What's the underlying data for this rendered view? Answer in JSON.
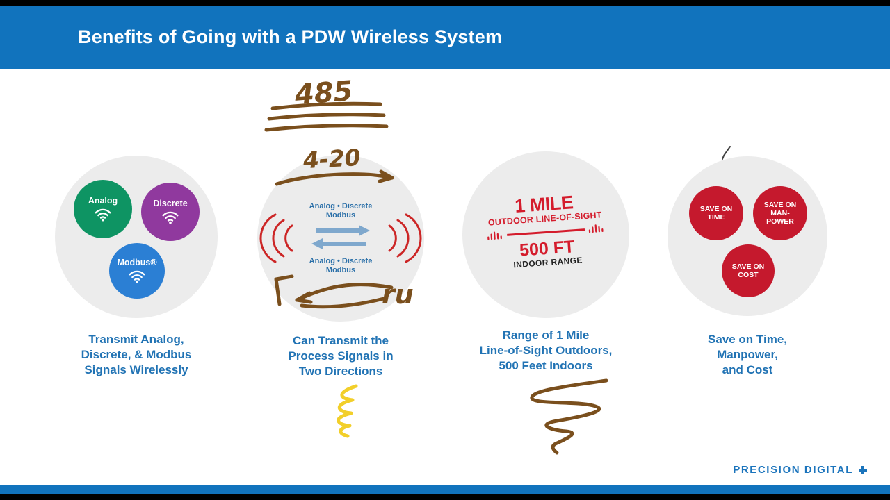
{
  "header": {
    "title": "Benefits of Going with a PDW Wireless System"
  },
  "features": [
    {
      "caption": "Transmit Analog,\nDiscrete, & Modbus\nSignals Wirelessly",
      "badges": [
        {
          "label": "Analog"
        },
        {
          "label": "Discrete"
        },
        {
          "label": "Modbus®"
        }
      ]
    },
    {
      "caption": "Can Transmit the\nProcess Signals in\nTwo Directions",
      "label_top": "Analog • Discrete\nModbus",
      "label_bottom": "Analog • Discrete\nModbus"
    },
    {
      "caption": "Range of 1 Mile\nLine-of-Sight Outdoors,\n500 Feet Indoors",
      "range_primary": "1 MILE",
      "range_primary_sub": "OUTDOOR LINE-OF-SIGHT",
      "range_secondary": "500 FT",
      "range_secondary_sub": "INDOOR RANGE"
    },
    {
      "caption": "Save on Time,\nManpower,\nand Cost",
      "badges": [
        {
          "label": "SAVE ON\nTIME"
        },
        {
          "label": "SAVE ON\nMAN-\nPOWER"
        },
        {
          "label": "SAVE ON\nCOST"
        }
      ]
    }
  ],
  "annotations": {
    "text_485": "485",
    "text_420": "4-20",
    "text_ru": "ru"
  },
  "footer": {
    "brand": "PRECISION DIGITAL"
  },
  "colors": {
    "header_blue": "#1173bd",
    "caption_blue": "#2173b4",
    "analog_green": "#0e9463",
    "discrete_purple": "#90399e",
    "modbus_blue": "#2b7fd4",
    "save_badge_red": "#c5192d",
    "range_red": "#d41c2c",
    "marker_brown": "#7a4f1d",
    "marker_yellow": "#f2cf2a"
  }
}
